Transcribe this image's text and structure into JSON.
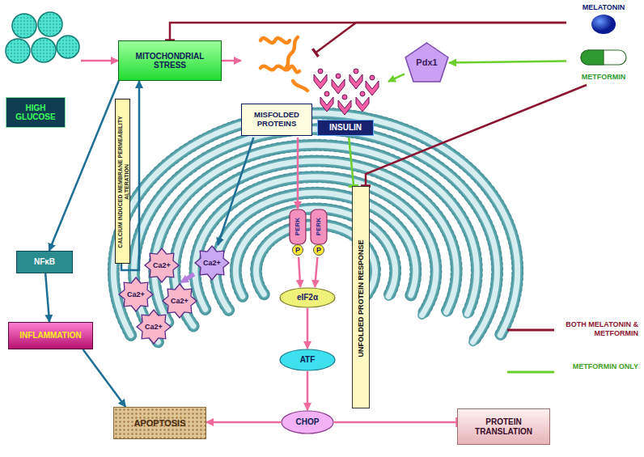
{
  "diagram": {
    "nodes": [
      {
        "text": [
          "HIGH GLUCOSE"
        ]
      },
      {
        "text": [
          "MITOCHONDRIAL STRESS"
        ]
      },
      {
        "text": [
          "MISFOLDED PROTEINS"
        ]
      },
      {
        "text": [
          "INSULIN"
        ]
      },
      {
        "text": [
          "Pdx1"
        ]
      },
      {
        "text": [
          "MELATONIN",
          "METFORMIN"
        ]
      },
      {
        "text": [
          "CALCIUM INDUCED MEMBRANE PERMEABILITY ALTERATION"
        ]
      },
      {
        "text": [
          "PERK"
        ]
      },
      {
        "text": [
          "PERK"
        ]
      },
      {
        "text": [
          "Ca2+"
        ]
      },
      {
        "text": [
          "Ca2+"
        ]
      },
      {
        "text": [
          "Ca2+"
        ]
      },
      {
        "text": [
          "Ca2+"
        ]
      },
      {
        "text": [
          "Ca2+"
        ]
      },
      {
        "text": [
          "NFκB"
        ]
      },
      {
        "text": [
          "eIF2α"
        ]
      },
      {
        "text": [
          "UNFOLDED PROTEIN RESPONSE"
        ]
      },
      {
        "text": [
          "INFLAMMATION"
        ]
      },
      {
        "text": [
          "ATF"
        ]
      },
      {
        "text": [
          "CHOP"
        ]
      },
      {
        "text": [
          "APOPTOSIS"
        ]
      },
      {
        "text": [
          "PROTEIN TRANSLATION"
        ]
      }
    ],
    "edges": [
      {
        "from": 0,
        "to": 1,
        "arrow": "to"
      },
      {
        "from": 1,
        "to": 2,
        "arrow": "to"
      },
      {
        "from": 1,
        "to": 14,
        "arrow": "to"
      },
      {
        "from": 14,
        "to": 17,
        "arrow": "to"
      },
      {
        "from": 17,
        "to": 20,
        "arrow": "to"
      },
      {
        "from": 6,
        "to": 1,
        "arrow": "to"
      },
      {
        "from": 2,
        "to": 7,
        "arrow": "to"
      },
      {
        "from": 2,
        "to": 9,
        "arrow": "to"
      },
      {
        "from": 7,
        "to": 15,
        "arrow": "to"
      },
      {
        "from": 8,
        "to": 15,
        "arrow": "to"
      },
      {
        "from": 15,
        "to": 18,
        "arrow": "to"
      },
      {
        "from": 18,
        "to": 19,
        "arrow": "to"
      },
      {
        "from": 19,
        "to": 20,
        "arrow": "to"
      },
      {
        "from": 19,
        "to": 21,
        "arrow": "to"
      },
      {
        "from": 3,
        "to": 16,
        "arrow": "to"
      },
      {
        "from": 5,
        "to": 16,
        "arrow": "to"
      },
      {
        "from": 5,
        "to": 1,
        "arrow": "to"
      },
      {
        "from": 5,
        "to": 2,
        "arrow": "to"
      },
      {
        "from": 5,
        "to": 4,
        "arrow": "to"
      },
      {
        "from": 4,
        "to": 3,
        "arrow": "to"
      }
    ],
    "labels": [
      "P",
      "P"
    ],
    "legend": [
      {
        "text": "BOTH MELATONIN & METFORMIN"
      },
      {
        "text": "METFORMIN ONLY"
      }
    ]
  }
}
